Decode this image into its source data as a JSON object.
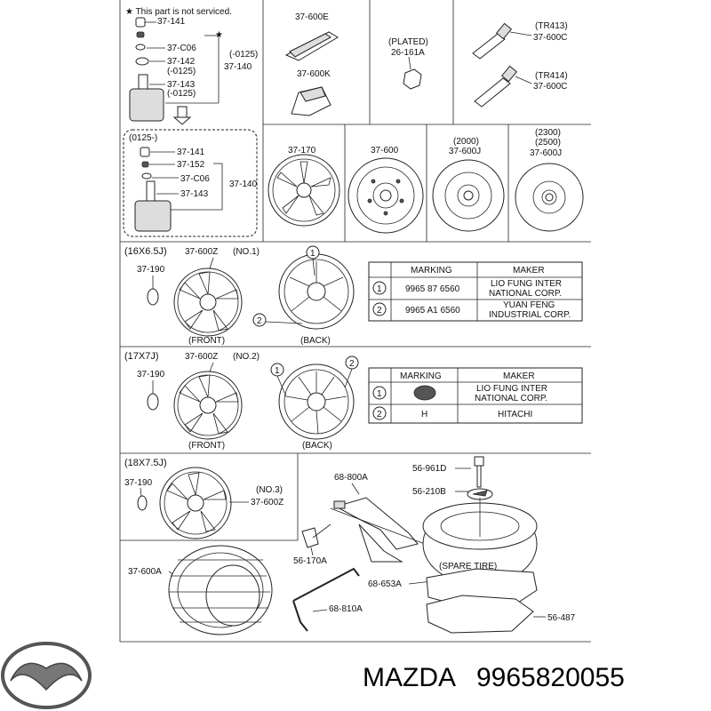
{
  "top_note": "★ This part is not serviced.",
  "sensor_old": {
    "labels": [
      "37-141",
      "37-C06",
      "37-142",
      "(-0125)",
      "37-143",
      "(-0125)"
    ],
    "ref_a": "(-0125)",
    "ref_b": "37-140"
  },
  "valve_e": "37-600E",
  "valve_k": "37-600K",
  "plated_note": "(PLATED)",
  "nut_part": "26-161A",
  "valve_tr413": {
    "code": "(TR413)",
    "part": "37-600C"
  },
  "valve_tr414": {
    "code": "(TR414)",
    "part": "37-600C"
  },
  "sensor_new": {
    "title": "(0125-)",
    "labels": [
      "37-141",
      "37-152",
      "37-C06",
      "37-143"
    ],
    "ref": "37-140"
  },
  "wheels_top": [
    {
      "part": "37-170"
    },
    {
      "part": "37-600"
    },
    {
      "code": "(2000)",
      "part": "37-600J"
    },
    {
      "code1": "(2300)",
      "code2": "(2500)",
      "part": "37-600J"
    }
  ],
  "section_16": {
    "size": "(16X6.5J)",
    "wheel": "37-600Z",
    "no": "(NO.1)",
    "cap": "37-190",
    "front": "(FRONT)",
    "back": "(BACK)",
    "table": {
      "headers": [
        "MARKING",
        "MAKER"
      ],
      "rows": [
        {
          "num": "1",
          "marking": "9965 87 6560",
          "maker1": "LIO FUNG INTER",
          "maker2": "NATIONAL CORP."
        },
        {
          "num": "2",
          "marking": "9965 A1 6560",
          "maker1": "YUAN FENG",
          "maker2": "INDUSTRIAL CORP."
        }
      ]
    }
  },
  "section_17": {
    "size": "(17X7J)",
    "wheel": "37-600Z",
    "no": "(NO.2)",
    "cap": "37-190",
    "front": "(FRONT)",
    "back": "(BACK)",
    "table": {
      "headers": [
        "MARKING",
        "MAKER"
      ],
      "rows": [
        {
          "num": "1",
          "marking": "",
          "maker1": "LIO FUNG INTER",
          "maker2": "NATIONAL CORP."
        },
        {
          "num": "2",
          "marking": "H",
          "maker1": "HITACHI",
          "maker2": ""
        }
      ]
    }
  },
  "section_18": {
    "size": "(18X7.5J)",
    "cap": "37-190",
    "no": "(NO.3)",
    "wheel": "37-600Z"
  },
  "tools": {
    "tire": "37-600A",
    "jack": "68-800A",
    "jack_handle": "56-170A",
    "wrench": "68-810A",
    "bolt": "56-961D",
    "wing_nut": "56-210B",
    "spare_label": "(SPARE TIRE)",
    "tray": "68-653A",
    "cover": "56-487"
  },
  "brand": "MAZDA",
  "part_number": "9965820055"
}
